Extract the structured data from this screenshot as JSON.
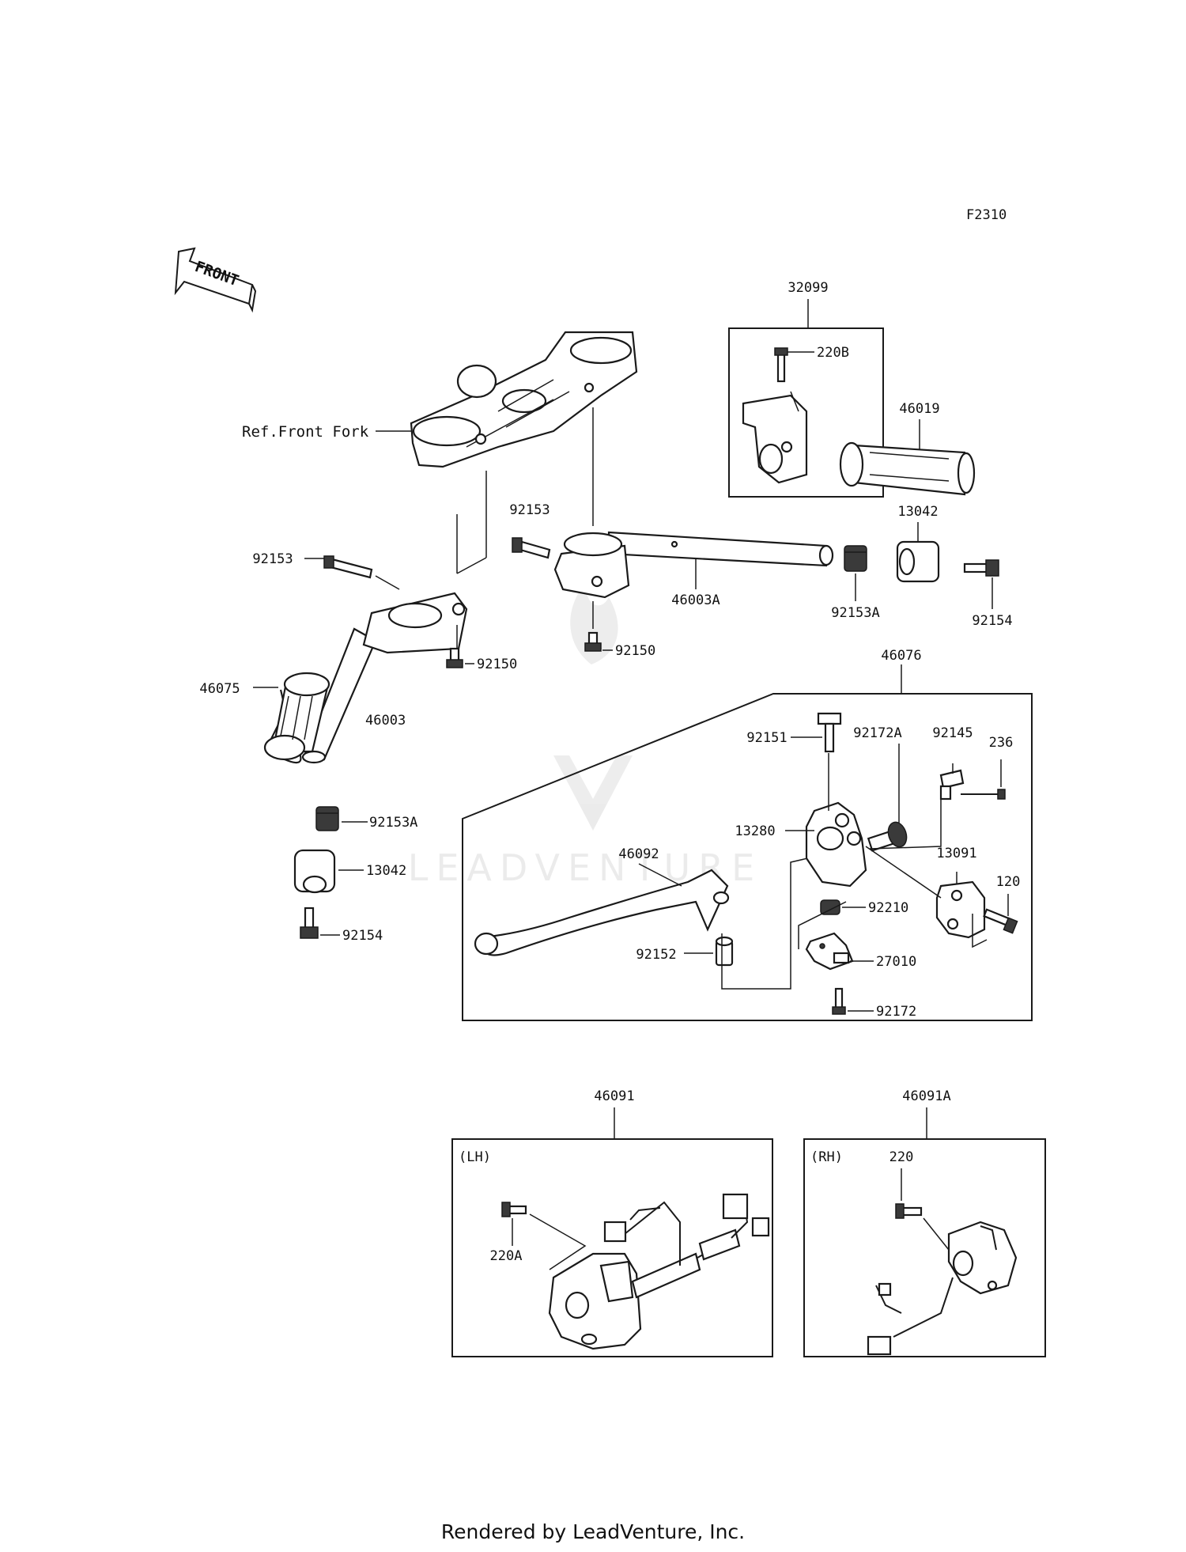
{
  "diagram_code": "F2310",
  "front_indicator": "FRONT",
  "reference_label": "Ref.Front Fork",
  "boxes": {
    "throttle_assy": "32099",
    "lever_assy": "46076",
    "switch_left": "46091",
    "switch_right": "46091A",
    "switch_left_side": "(LH)",
    "switch_right_side": "(RH)"
  },
  "parts": {
    "p220B": "220B",
    "p46019": "46019",
    "p13042_top": "13042",
    "p92153_mid": "92153",
    "p92153_left": "92153",
    "p46003A": "46003A",
    "p92153A_right": "92153A",
    "p92154_right": "92154",
    "p92150_left": "92150",
    "p92150_mid": "92150",
    "p46075": "46075",
    "p46003": "46003",
    "p92153A_left": "92153A",
    "p13042_left": "13042",
    "p92154_left": "92154",
    "p92151": "92151",
    "p92172A": "92172A",
    "p92145": "92145",
    "p236": "236",
    "p13280": "13280",
    "p13091": "13091",
    "p46092": "46092",
    "p120": "120",
    "p92210": "92210",
    "p92152": "92152",
    "p27010": "27010",
    "p92172": "92172",
    "p220A": "220A",
    "p220": "220"
  },
  "watermark": "LEADVENTURE",
  "footer": "Rendered by LeadVenture, Inc."
}
